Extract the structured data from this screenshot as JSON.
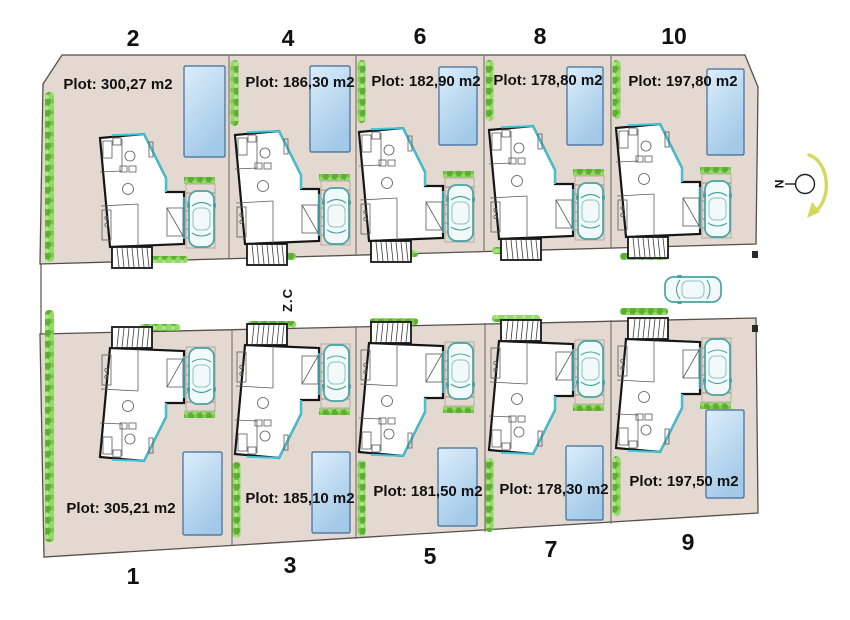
{
  "scene": {
    "road_label": "Z.C",
    "north_label": "N"
  },
  "plots": [
    {
      "number": "2",
      "area_label": "Plot: 300,27 m2"
    },
    {
      "number": "4",
      "area_label": "Plot: 186,30 m2"
    },
    {
      "number": "6",
      "area_label": "Plot: 182,90 m2"
    },
    {
      "number": "8",
      "area_label": "Plot: 178,80 m2"
    },
    {
      "number": "10",
      "area_label": "Plot: 197,80 m2"
    },
    {
      "number": "1",
      "area_label": "Plot: 305,21 m2"
    },
    {
      "number": "3",
      "area_label": "Plot: 185,10 m2"
    },
    {
      "number": "5",
      "area_label": "Plot: 181,50 m2"
    },
    {
      "number": "7",
      "area_label": "Plot: 178,30 m2"
    },
    {
      "number": "9",
      "area_label": "Plot: 197,50 m2"
    }
  ],
  "colors": {
    "site_fill": "#e3d9d1",
    "pool_light": "#d8ecf9",
    "pool_dark": "#a6cbe9",
    "hedge_green": "#7cc74c",
    "glazing_cyan": "#38c6d8",
    "car_teal": "#4aa3a3",
    "north_arrow_yellow": "#d2d95c",
    "carport_slats_red": "#c97f6f"
  }
}
